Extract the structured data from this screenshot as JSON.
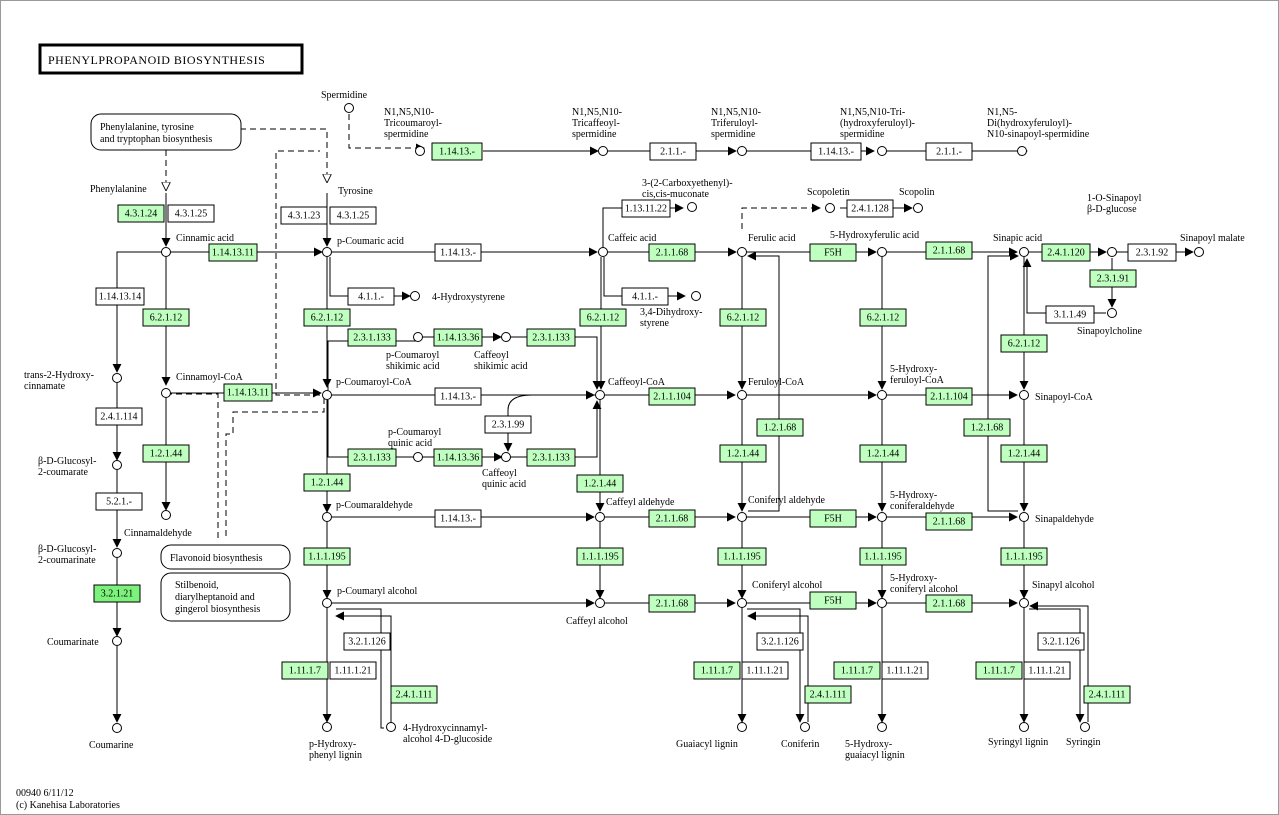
{
  "title": "PHENYLPROPANOID BIOSYNTHESIS",
  "footer": {
    "id_date": "00940 6/11/12",
    "copyright": "(c) Kanehisa Laboratories"
  },
  "colors": {
    "present": "#bfffbf",
    "highlight": "#7cf27c",
    "absent": "#ffffff",
    "line": "#000000"
  },
  "maps": [
    {
      "id": "map-phe",
      "lines": [
        "Phenylalanine, tyrosine",
        "and tryptophan biosynthesis"
      ]
    },
    {
      "id": "map-flav",
      "lines": [
        "Flavonoid biosynthesis"
      ]
    },
    {
      "id": "map-stil",
      "lines": [
        "Stilbenoid,",
        "diarylheptanoid and",
        "gingerol biosynthesis"
      ]
    }
  ],
  "compounds": [
    {
      "id": "phe",
      "lines": [
        "Phenylalanine"
      ]
    },
    {
      "id": "tyr",
      "lines": [
        "Tyrosine"
      ]
    },
    {
      "id": "spd",
      "lines": [
        "Spermidine"
      ]
    },
    {
      "id": "tcs",
      "lines": [
        "N1,N5,N10-",
        "Tricoumaroyl-",
        "spermidine"
      ]
    },
    {
      "id": "tcf",
      "lines": [
        "N1,N5,N10-",
        "Tricaffeoyl-",
        "spermidine"
      ]
    },
    {
      "id": "tfr",
      "lines": [
        "N1,N5,N10-",
        "Triferuloyl-",
        "spermidine"
      ]
    },
    {
      "id": "thf",
      "lines": [
        "N1,N5,N10-Tri-",
        "(hydroxyferuloyl)-",
        "spermidine"
      ]
    },
    {
      "id": "dhf",
      "lines": [
        "N1,N5-",
        "Di(hydroxyferuloyl)-",
        "N10-sinapoyl-spermidine"
      ]
    },
    {
      "id": "cin",
      "lines": [
        "Cinnamic acid"
      ]
    },
    {
      "id": "pca",
      "lines": [
        "p-Coumaric acid"
      ]
    },
    {
      "id": "caf",
      "lines": [
        "Caffeic acid"
      ]
    },
    {
      "id": "fer",
      "lines": [
        "Ferulic acid"
      ]
    },
    {
      "id": "hfa",
      "lines": [
        "5-Hydroxyferulic acid"
      ]
    },
    {
      "id": "sin",
      "lines": [
        "Sinapic acid"
      ]
    },
    {
      "id": "osg",
      "lines": [
        "1-O-Sinapoyl",
        "β-D-glucose"
      ]
    },
    {
      "id": "sma",
      "lines": [
        "Sinapoyl malate"
      ]
    },
    {
      "id": "ccm",
      "lines": [
        "3-(2-Carboxyethenyl)-",
        "cis,cis-muconate"
      ]
    },
    {
      "id": "sct",
      "lines": [
        "Scopoletin"
      ]
    },
    {
      "id": "scp",
      "lines": [
        "Scopolin"
      ]
    },
    {
      "id": "hst",
      "lines": [
        "4-Hydroxystyrene"
      ]
    },
    {
      "id": "dhs",
      "lines": [
        "3,4-Dihydroxy-",
        "styrene"
      ]
    },
    {
      "id": "sch",
      "lines": [
        "Sinapoylcholine"
      ]
    },
    {
      "id": "t2h",
      "lines": [
        "trans-2-Hydroxy-",
        "cinnamate"
      ]
    },
    {
      "id": "gcm",
      "lines": [
        "β-D-Glucosyl-",
        "2-coumarate"
      ]
    },
    {
      "id": "gcn",
      "lines": [
        "β-D-Glucosyl-",
        "2-coumarinate"
      ]
    },
    {
      "id": "cmt",
      "lines": [
        "Coumarinate"
      ]
    },
    {
      "id": "cmr",
      "lines": [
        "Coumarine"
      ]
    },
    {
      "id": "cnc",
      "lines": [
        "Cinnamoyl-CoA"
      ]
    },
    {
      "id": "cnd",
      "lines": [
        "Cinnamaldehyde"
      ]
    },
    {
      "id": "pcc",
      "lines": [
        "p-Coumaroyl-CoA"
      ]
    },
    {
      "id": "pcs",
      "lines": [
        "p-Coumaroyl",
        "shikimic acid"
      ]
    },
    {
      "id": "cfs",
      "lines": [
        "Caffeoyl",
        "shikimic acid"
      ]
    },
    {
      "id": "pcq",
      "lines": [
        "p-Coumaroyl",
        "quinic acid"
      ]
    },
    {
      "id": "cfq",
      "lines": [
        "Caffeoyl",
        "quinic acid"
      ]
    },
    {
      "id": "cfc",
      "lines": [
        "Caffeoyl-CoA"
      ]
    },
    {
      "id": "frc",
      "lines": [
        "Feruloyl-CoA"
      ]
    },
    {
      "id": "hfc",
      "lines": [
        "5-Hydroxy-",
        "feruloyl-CoA"
      ]
    },
    {
      "id": "snc",
      "lines": [
        "Sinapoyl-CoA"
      ]
    },
    {
      "id": "pcd",
      "lines": [
        "p-Coumaraldehyde"
      ]
    },
    {
      "id": "cfd",
      "lines": [
        "Caffeyl aldehyde"
      ]
    },
    {
      "id": "cnf",
      "lines": [
        "Coniferyl aldehyde"
      ]
    },
    {
      "id": "hcd",
      "lines": [
        "5-Hydroxy-",
        "coniferaldehyde"
      ]
    },
    {
      "id": "snd",
      "lines": [
        "Sinapaldehyde"
      ]
    },
    {
      "id": "pcl",
      "lines": [
        "p-Coumaryl alcohol"
      ]
    },
    {
      "id": "cfl",
      "lines": [
        "Caffeyl alcohol"
      ]
    },
    {
      "id": "cnl",
      "lines": [
        "Coniferyl alcohol"
      ]
    },
    {
      "id": "hcl",
      "lines": [
        "5-Hydroxy-",
        "coniferyl alcohol"
      ]
    },
    {
      "id": "snl",
      "lines": [
        "Sinapyl alcohol"
      ]
    },
    {
      "id": "phl",
      "lines": [
        "p-Hydroxy-",
        "phenyl lignin"
      ]
    },
    {
      "id": "hcg",
      "lines": [
        "4-Hydroxycinnamyl-",
        "alcohol 4-D-glucoside"
      ]
    },
    {
      "id": "gul",
      "lines": [
        "Guaiacyl lignin"
      ]
    },
    {
      "id": "cfr",
      "lines": [
        "Coniferin"
      ]
    },
    {
      "id": "hgl",
      "lines": [
        "5-Hydroxy-",
        "guaiacyl lignin"
      ]
    },
    {
      "id": "syl",
      "lines": [
        "Syringyl lignin"
      ]
    },
    {
      "id": "syr",
      "lines": [
        "Syringin"
      ]
    }
  ],
  "enzymes": [
    {
      "id": "e01",
      "label": "4.3.1.24",
      "state": "present"
    },
    {
      "id": "e02",
      "label": "4.3.1.25",
      "state": "absent"
    },
    {
      "id": "e03",
      "label": "4.3.1.23",
      "state": "absent"
    },
    {
      "id": "e04",
      "label": "4.3.1.25",
      "state": "absent"
    },
    {
      "id": "e05",
      "label": "1.14.13.-",
      "state": "present"
    },
    {
      "id": "e06",
      "label": "2.1.1.-",
      "state": "absent"
    },
    {
      "id": "e07",
      "label": "1.14.13.-",
      "state": "absent"
    },
    {
      "id": "e08",
      "label": "2.1.1.-",
      "state": "absent"
    },
    {
      "id": "e09",
      "label": "1.14.13.11",
      "state": "present"
    },
    {
      "id": "e10",
      "label": "1.14.13.-",
      "state": "absent"
    },
    {
      "id": "e11",
      "label": "2.1.1.68",
      "state": "present"
    },
    {
      "id": "e12",
      "label": "F5H",
      "state": "present"
    },
    {
      "id": "e13",
      "label": "2.1.1.68",
      "state": "present"
    },
    {
      "id": "e14",
      "label": "2.4.1.120",
      "state": "present"
    },
    {
      "id": "e15",
      "label": "2.3.1.92",
      "state": "absent"
    },
    {
      "id": "e16",
      "label": "2.3.1.91",
      "state": "present"
    },
    {
      "id": "e17",
      "label": "3.1.1.49",
      "state": "absent"
    },
    {
      "id": "e18",
      "label": "1.13.11.22",
      "state": "absent"
    },
    {
      "id": "e19",
      "label": "2.4.1.128",
      "state": "absent"
    },
    {
      "id": "e20",
      "label": "4.1.1.-",
      "state": "absent"
    },
    {
      "id": "e21",
      "label": "4.1.1.-",
      "state": "absent"
    },
    {
      "id": "e22",
      "label": "1.14.13.14",
      "state": "absent"
    },
    {
      "id": "e23",
      "label": "6.2.1.12",
      "state": "present"
    },
    {
      "id": "e24",
      "label": "6.2.1.12",
      "state": "present"
    },
    {
      "id": "e25",
      "label": "6.2.1.12",
      "state": "present"
    },
    {
      "id": "e26",
      "label": "6.2.1.12",
      "state": "present"
    },
    {
      "id": "e27",
      "label": "6.2.1.12",
      "state": "present"
    },
    {
      "id": "e28",
      "label": "6.2.1.12",
      "state": "present"
    },
    {
      "id": "e29",
      "label": "2.3.1.133",
      "state": "present"
    },
    {
      "id": "e30",
      "label": "1.14.13.36",
      "state": "present"
    },
    {
      "id": "e31",
      "label": "2.3.1.133",
      "state": "present"
    },
    {
      "id": "e32",
      "label": "2.4.1.114",
      "state": "absent"
    },
    {
      "id": "e33",
      "label": "1.14.13.11",
      "state": "present"
    },
    {
      "id": "e34",
      "label": "1.14.13.-",
      "state": "absent"
    },
    {
      "id": "e35",
      "label": "2.1.1.104",
      "state": "present"
    },
    {
      "id": "e36",
      "label": "2.1.1.104",
      "state": "present"
    },
    {
      "id": "e37",
      "label": "2.3.1.99",
      "state": "absent"
    },
    {
      "id": "e38",
      "label": "2.3.1.133",
      "state": "present"
    },
    {
      "id": "e39",
      "label": "1.14.13.36",
      "state": "present"
    },
    {
      "id": "e40",
      "label": "2.3.1.133",
      "state": "present"
    },
    {
      "id": "e41",
      "label": "1.2.1.68",
      "state": "present"
    },
    {
      "id": "e42",
      "label": "1.2.1.68",
      "state": "present"
    },
    {
      "id": "e43",
      "label": "1.2.1.44",
      "state": "present"
    },
    {
      "id": "e44",
      "label": "1.2.1.44",
      "state": "present"
    },
    {
      "id": "e45",
      "label": "1.2.1.44",
      "state": "present"
    },
    {
      "id": "e46",
      "label": "1.2.1.44",
      "state": "present"
    },
    {
      "id": "e47",
      "label": "1.2.1.44",
      "state": "present"
    },
    {
      "id": "e48",
      "label": "1.2.1.44",
      "state": "present"
    },
    {
      "id": "e49",
      "label": "5.2.1.-",
      "state": "absent"
    },
    {
      "id": "e50",
      "label": "1.14.13.-",
      "state": "absent"
    },
    {
      "id": "e51",
      "label": "2.1.1.68",
      "state": "present"
    },
    {
      "id": "e52",
      "label": "F5H",
      "state": "present"
    },
    {
      "id": "e53",
      "label": "2.1.1.68",
      "state": "present"
    },
    {
      "id": "e54",
      "label": "3.2.1.21",
      "state": "highlight"
    },
    {
      "id": "e55",
      "label": "1.1.1.195",
      "state": "present"
    },
    {
      "id": "e56",
      "label": "1.1.1.195",
      "state": "present"
    },
    {
      "id": "e57",
      "label": "1.1.1.195",
      "state": "present"
    },
    {
      "id": "e58",
      "label": "1.1.1.195",
      "state": "present"
    },
    {
      "id": "e59",
      "label": "1.1.1.195",
      "state": "present"
    },
    {
      "id": "e60",
      "label": "2.1.1.68",
      "state": "present"
    },
    {
      "id": "e61",
      "label": "F5H",
      "state": "present"
    },
    {
      "id": "e62",
      "label": "2.1.1.68",
      "state": "present"
    },
    {
      "id": "e63",
      "label": "3.2.1.126",
      "state": "absent"
    },
    {
      "id": "e64",
      "label": "3.2.1.126",
      "state": "absent"
    },
    {
      "id": "e65",
      "label": "3.2.1.126",
      "state": "absent"
    },
    {
      "id": "e66",
      "label": "1.11.1.7",
      "state": "present"
    },
    {
      "id": "e67",
      "label": "1.11.1.21",
      "state": "absent"
    },
    {
      "id": "e68",
      "label": "1.11.1.7",
      "state": "present"
    },
    {
      "id": "e69",
      "label": "1.11.1.21",
      "state": "absent"
    },
    {
      "id": "e70",
      "label": "1.11.1.7",
      "state": "present"
    },
    {
      "id": "e71",
      "label": "1.11.1.21",
      "state": "absent"
    },
    {
      "id": "e72",
      "label": "1.11.1.7",
      "state": "present"
    },
    {
      "id": "e73",
      "label": "1.11.1.21",
      "state": "absent"
    },
    {
      "id": "e74",
      "label": "2.4.1.111",
      "state": "present"
    },
    {
      "id": "e75",
      "label": "2.4.1.111",
      "state": "present"
    },
    {
      "id": "e76",
      "label": "2.4.1.111",
      "state": "present"
    }
  ]
}
